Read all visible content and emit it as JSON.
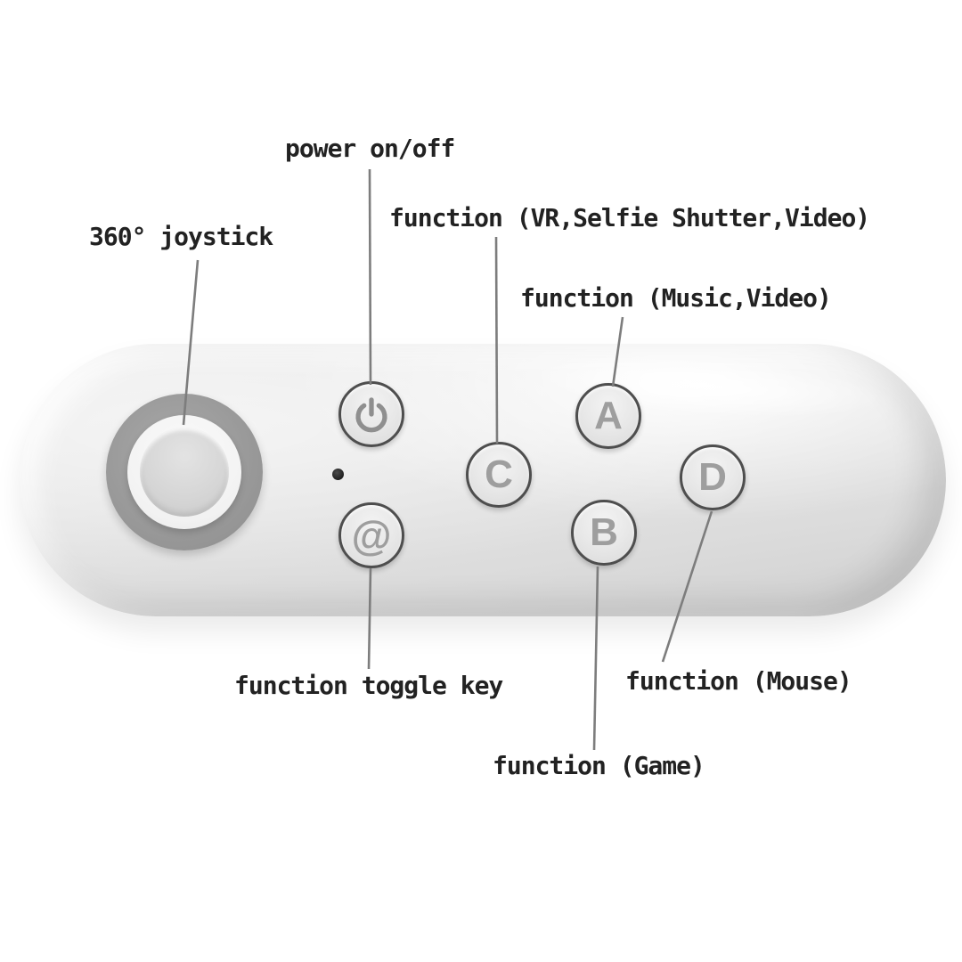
{
  "diagram": {
    "annotations": {
      "power": "power on/off",
      "function_c": "function (VR,Selfie Shutter,Video)",
      "function_a": "function (Music,Video)",
      "joystick": "360° joystick",
      "toggle": "function toggle key",
      "function_d": "function (Mouse)",
      "function_b": "function (Game)"
    },
    "remote": {
      "buttons": {
        "toggle": "@",
        "a": "A",
        "b": "B",
        "c": "C",
        "d": "D"
      },
      "icons": {
        "power": "power-symbol"
      }
    },
    "colors": {
      "background": "#ffffff",
      "body": "#e4e4e4",
      "body_shade": "#cfcfcf",
      "joystick_ring": "#9a9a9a",
      "joystick_cap": "#d6d6d6",
      "button_ring": "#4e4e4e",
      "button_fill": "#e8e8e8",
      "button_letter": "#9e9e9e",
      "leader_line": "#7d7d7d",
      "label_text": "#222222",
      "led": "#1d1d1d"
    }
  }
}
